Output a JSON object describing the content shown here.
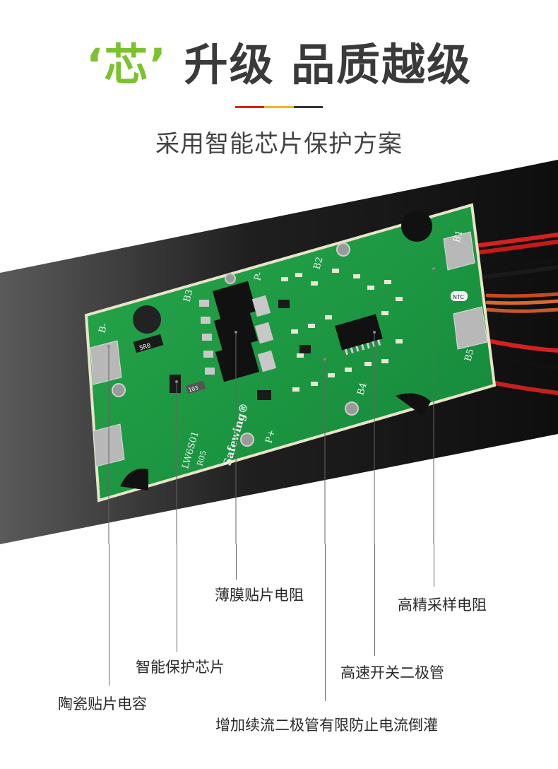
{
  "header": {
    "quote_open": "‘",
    "chip_char": "芯",
    "quote_close": "’",
    "title_rest": " 升级  品质越级",
    "subtitle": "采用智能芯片保护方案",
    "accent_color": "#7cc22e",
    "divider_colors": [
      "#d6241c",
      "#f2b52b",
      "#333333"
    ]
  },
  "board": {
    "silkscreen": {
      "b_minus": "B-",
      "b1": "B1",
      "b2": "B2",
      "b3": "B3",
      "b4": "B4",
      "b5": "B5",
      "p_minus": "P-",
      "p_plus": "P+",
      "model": "LW6S01",
      "rev": "R05",
      "brand": "Safewing®",
      "ntc": "NTC",
      "resistor_code": "5R0",
      "cap_code": "103"
    }
  },
  "callouts": {
    "thin_film_resistor": "薄膜贴片电阻",
    "precision_resistor": "高精采样电阻",
    "protection_chip": "智能保护芯片",
    "switch_diode": "高速开关二极管",
    "ceramic_capacitor": "陶瓷贴片电容",
    "freewheel_diode": "增加续流二极管有限防止电流倒灌"
  }
}
